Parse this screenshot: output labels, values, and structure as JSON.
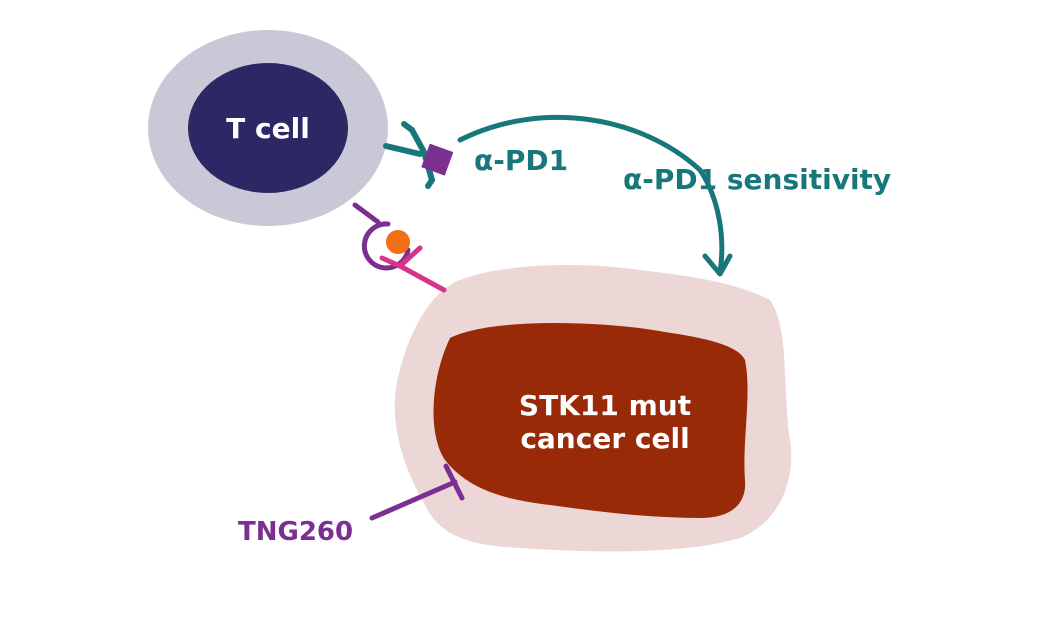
{
  "t_cell": {
    "label": "T cell"
  },
  "cancer_cell": {
    "label_line1": "STK11 mut",
    "label_line2": "cancer cell"
  },
  "antibody": {
    "label": "α-PD1"
  },
  "sensitivity": {
    "label": "α-PD1 sensitivity"
  },
  "drug": {
    "label": "TNG260"
  },
  "colors": {
    "t_cell_outer": "#c9c8d6",
    "t_cell_inner": "#2d2766",
    "cancer_outer": "#ecd6d6",
    "cancer_inner": "#982a08",
    "teal": "#17777b",
    "purple": "#7a2f91",
    "magenta": "#d6338a",
    "orange": "#f26f16",
    "white": "#ffffff"
  }
}
